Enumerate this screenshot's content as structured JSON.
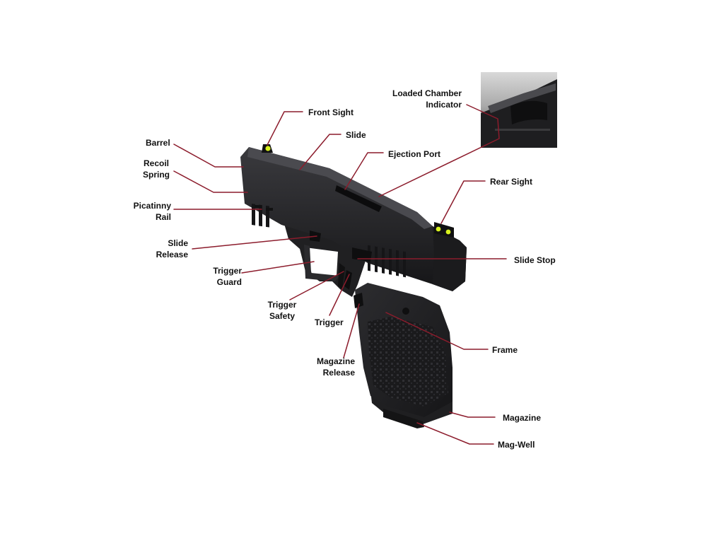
{
  "colors": {
    "leader_line": "#8c1c2c",
    "background": "#ffffff",
    "body_dark": "#1c1c1e",
    "body_mid": "#2e2e31",
    "sight_dot": "#d8f21e"
  },
  "labels": {
    "front_sight": "Front Sight",
    "slide": "Slide",
    "barrel": "Barrel",
    "recoil_spring": "Recoil\nSpring",
    "ejection_port": "Ejection Port",
    "loaded_chamber_indicator": "Loaded Chamber\nIndicator",
    "rear_sight": "Rear Sight",
    "picatinny_rail": "Picatinny\nRail",
    "slide_release": "Slide\nRelease",
    "slide_stop": "Slide Stop",
    "trigger_guard": "Trigger\nGuard",
    "trigger_safety": "Trigger\nSafety",
    "trigger": "Trigger",
    "frame": "Frame",
    "magazine_release": "Magazine\nRelease",
    "magazine": "Magazine",
    "mag_well": "Mag-Well"
  }
}
